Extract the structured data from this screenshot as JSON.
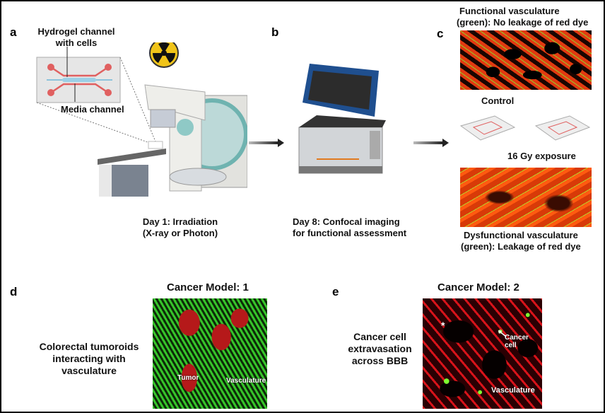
{
  "panels": {
    "a": "a",
    "b": "b",
    "c": "c",
    "d": "d",
    "e": "e"
  },
  "panel_a": {
    "hydrogel_label": "Hydrogel channel with cells",
    "media_label": "Media channel",
    "caption_line1": "Day 1: Irradiation",
    "caption_line2": "(X-ray or Photon)"
  },
  "panel_b": {
    "caption_line1": "Day 8: Confocal imaging",
    "caption_line2": "for functional assessment"
  },
  "panel_c": {
    "top_label_line1": "Functional vasculature",
    "top_label_line2": "(green): No leakage of red dye",
    "control_label": "Control",
    "exposure_label": "16 Gy exposure",
    "bottom_label_line1": "Dysfunctional vasculature",
    "bottom_label_line2": "(green): Leakage of red dye"
  },
  "panel_d": {
    "title": "Cancer Model: 1",
    "side_label_line1": "Colorectal tumoroids",
    "side_label_line2": "interacting with",
    "side_label_line3": "vasculature",
    "tumor_label": "Tumor",
    "vasculature_label": "Vasculature"
  },
  "panel_e": {
    "title": "Cancer Model: 2",
    "side_label_line1": "Cancer cell",
    "side_label_line2": "extravasation",
    "side_label_line3": "across BBB",
    "asterisk": "*",
    "cancer_cell_line1": "Cancer",
    "cancer_cell_line2": "cell",
    "vasculature_label": "Vasculature"
  },
  "colors": {
    "radiation": "#f0c419",
    "chip_channel": "#e06060",
    "media_channel": "#6fb7d8",
    "confocal_blue": "#1f4f8f"
  }
}
